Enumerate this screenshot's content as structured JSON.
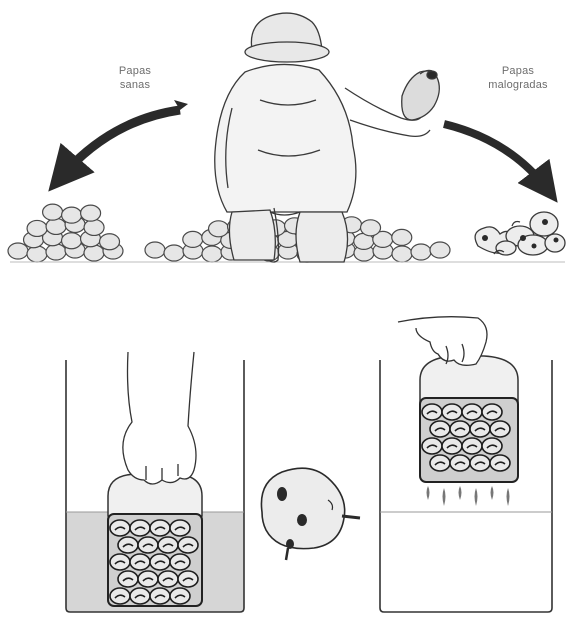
{
  "labels": {
    "healthy": {
      "line1": "Papas",
      "line2": "sanas"
    },
    "damaged": {
      "line1": "Papas",
      "line2": "malogradas"
    }
  },
  "colors": {
    "ink": "#2a2a2a",
    "shade": "#e3e3e3",
    "water": "#d4d4d4",
    "label_text": "#6d6d6d"
  }
}
